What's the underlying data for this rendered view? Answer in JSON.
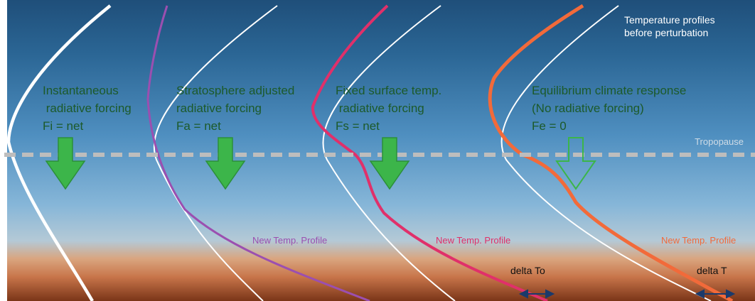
{
  "panels": [
    {
      "caption_line1": "Instantaneous",
      "caption_line2": " radiative forcing",
      "caption_line3": "Fi = net"
    },
    {
      "caption_line1": "Stratosphere adjusted",
      "caption_line2": "radiative forcing",
      "caption_line3": "Fa = net"
    },
    {
      "caption_line1": "Fixed surface temp.",
      "caption_line2": " radiative forcing",
      "caption_line3": "Fs = net"
    },
    {
      "caption_line1": "Equilibrium climate response",
      "caption_line2": "(No radiative forcing)",
      "caption_line3": "Fe = 0"
    }
  ],
  "labels": {
    "before_line1": "Temperature profiles",
    "before_line2": "before perturbation",
    "tropopause": "Tropopause",
    "new_profile_1": "New Temp. Profile",
    "new_profile_2": "New Temp. Profile",
    "new_profile_3": "New Temp. Profile",
    "delta_to": "delta To",
    "delta_t": "delta T"
  },
  "colors": {
    "sky_top": "#1f4f7a",
    "sky_mid": "#4f8fc0",
    "sky_low": "#9dc3dd",
    "horizon": "#c8754a",
    "ground": "#7a3518",
    "caption_text": "#1c5a2a",
    "arrow_fill": "#3cb54a",
    "arrow_stroke": "#2c8f3a",
    "tropopause_line": "#bdbdbd",
    "profile_original": "#ffffff",
    "profile_stratosphere": "#9b4fb0",
    "profile_surface": "#e0306a",
    "profile_equilibrium": "#f26a3a",
    "delta_arrow": "#1b3a6b"
  },
  "icons": {
    "forcing_arrow": "down-arrow-icon",
    "empty_forcing_arrow": "hollow-down-arrow-icon",
    "width_arrow": "double-headed-arrow-icon"
  }
}
